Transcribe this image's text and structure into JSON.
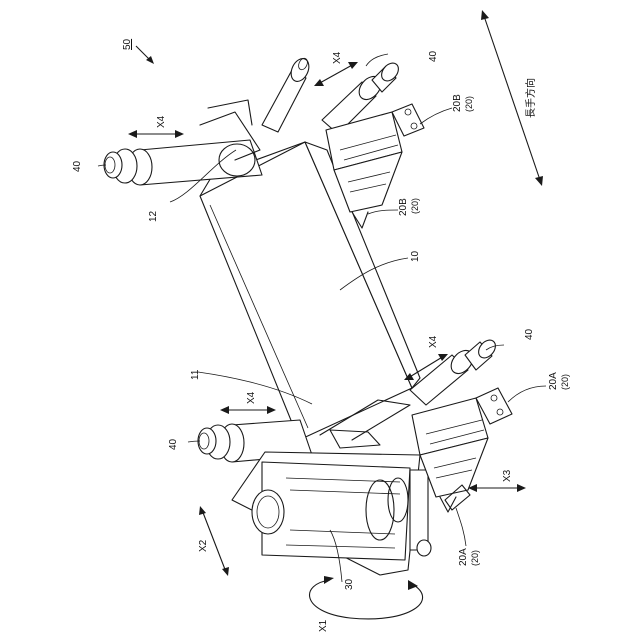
{
  "labels": {
    "fig_ref": "50",
    "main_body": "10",
    "end_11": "11",
    "end_12": "12",
    "unit_30": "30",
    "roller_40": "40",
    "clamp_20a": "20A",
    "clamp_20b": "20B",
    "paren_20": "(20)",
    "dir_x1": "X1",
    "dir_x2": "X2",
    "dir_x3": "X3",
    "dir_x4": "X4",
    "longitudinal": "長手方向"
  },
  "colors": {
    "line": "#1a1a1a",
    "background": "#ffffff"
  }
}
